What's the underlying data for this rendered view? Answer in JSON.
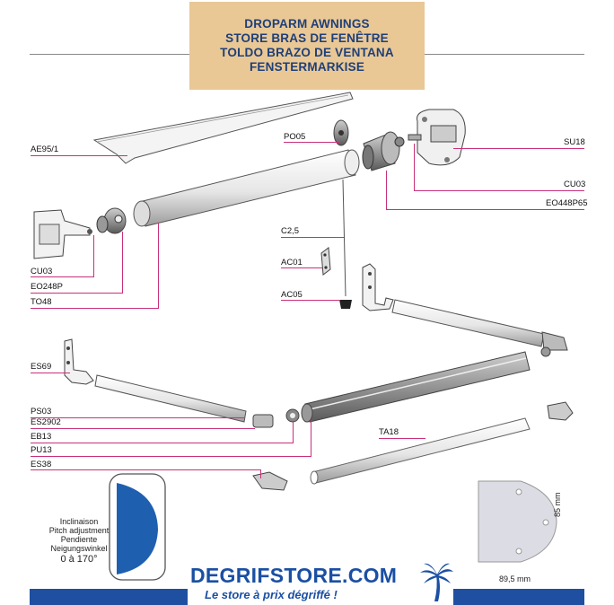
{
  "title": {
    "lines": [
      "DROPARM AWNINGS",
      "STORE BRAS DE FENÊTRE",
      "TOLDO BRAZO DE VENTANA",
      "FENSTERMARKISE"
    ]
  },
  "labels": {
    "ae95": "AE95/1",
    "po05": "PO05",
    "su18": "SU18",
    "cu03_right": "CU03",
    "eo448p65": "EO448P65",
    "cu03_left": "CU03",
    "eo248p": "EO248P",
    "to48": "TO48",
    "c25": "C2,5",
    "ac01": "AC01",
    "ac05": "AC05",
    "es69": "ES69",
    "ps03": "PS03",
    "es2902": "ES2902",
    "eb13": "EB13",
    "pu13": "PU13",
    "es38": "ES38",
    "ta18": "TA18"
  },
  "pitch": {
    "lines": [
      "Inclinaison",
      "Pitch adjustment",
      "Pendiente",
      "Neigungswinkel"
    ],
    "range": "0 à 170°"
  },
  "dimensions": {
    "height": "85 mm",
    "width": "89,5 mm"
  },
  "brand": {
    "name": "DEGRIFSTORE.COM",
    "slogan": "Le store à prix dégriffé !"
  },
  "colors": {
    "title_bg": "#e9c896",
    "title_text": "#1f3f78",
    "leader": "#c8307a",
    "brand": "#1a4fa3",
    "pitch_blue": "#1f5fb0"
  }
}
